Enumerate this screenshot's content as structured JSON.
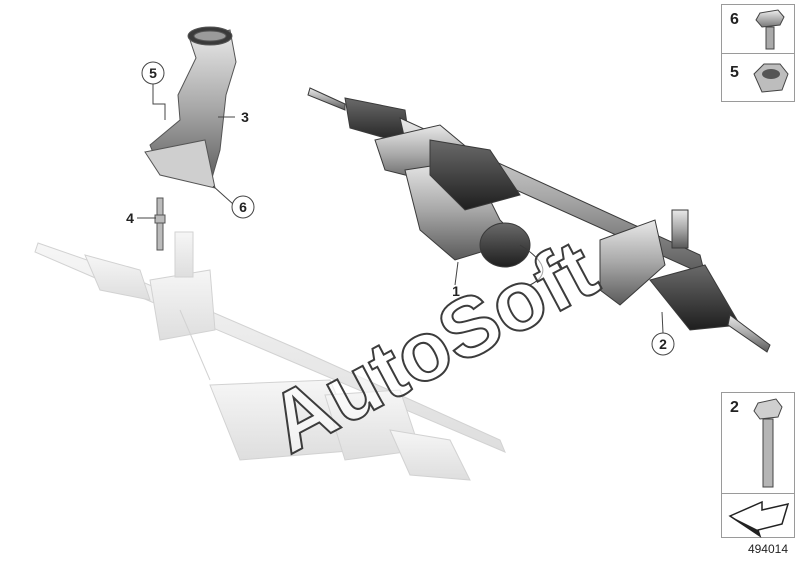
{
  "diagram": {
    "id": "494014",
    "watermark": "AutoSoft"
  },
  "callouts": [
    {
      "label": "5"
    },
    {
      "label": "3"
    },
    {
      "label": "4"
    },
    {
      "label": "6"
    },
    {
      "label": "1"
    },
    {
      "label": "2"
    }
  ],
  "legend": [
    {
      "number": "6",
      "part": "collar-screw"
    },
    {
      "number": "5",
      "part": "hex-nut"
    },
    {
      "number": "2",
      "part": "hex-bolt"
    }
  ]
}
